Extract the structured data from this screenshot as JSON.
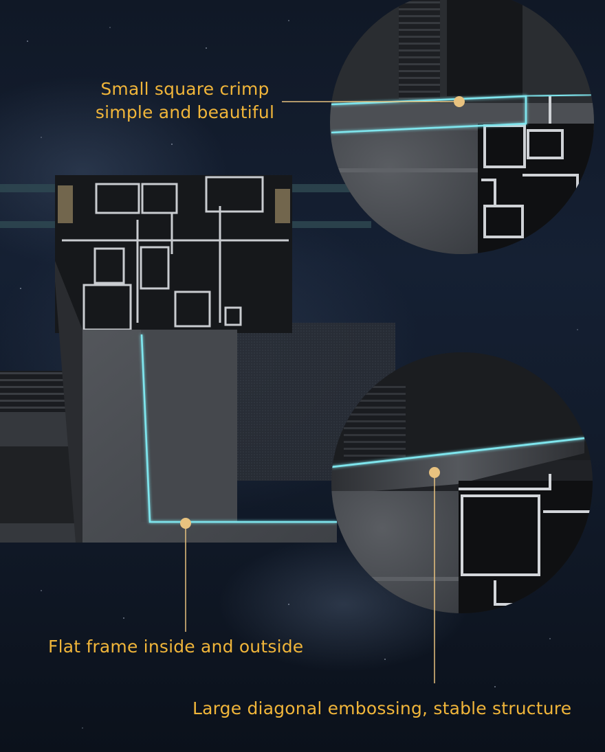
{
  "callouts": {
    "crimp": {
      "line1": "Small square crimp",
      "line2": "simple and beautiful"
    },
    "flat_frame": "Flat frame inside and outside",
    "diagonal": "Large diagonal embossing, stable structure"
  },
  "colors": {
    "label_text": "#f0b53a",
    "marker_dot": "#e8c27f",
    "glow_edge": "#7fe6ee",
    "profile_metal": "#4a4d52",
    "background": "#111a29"
  }
}
